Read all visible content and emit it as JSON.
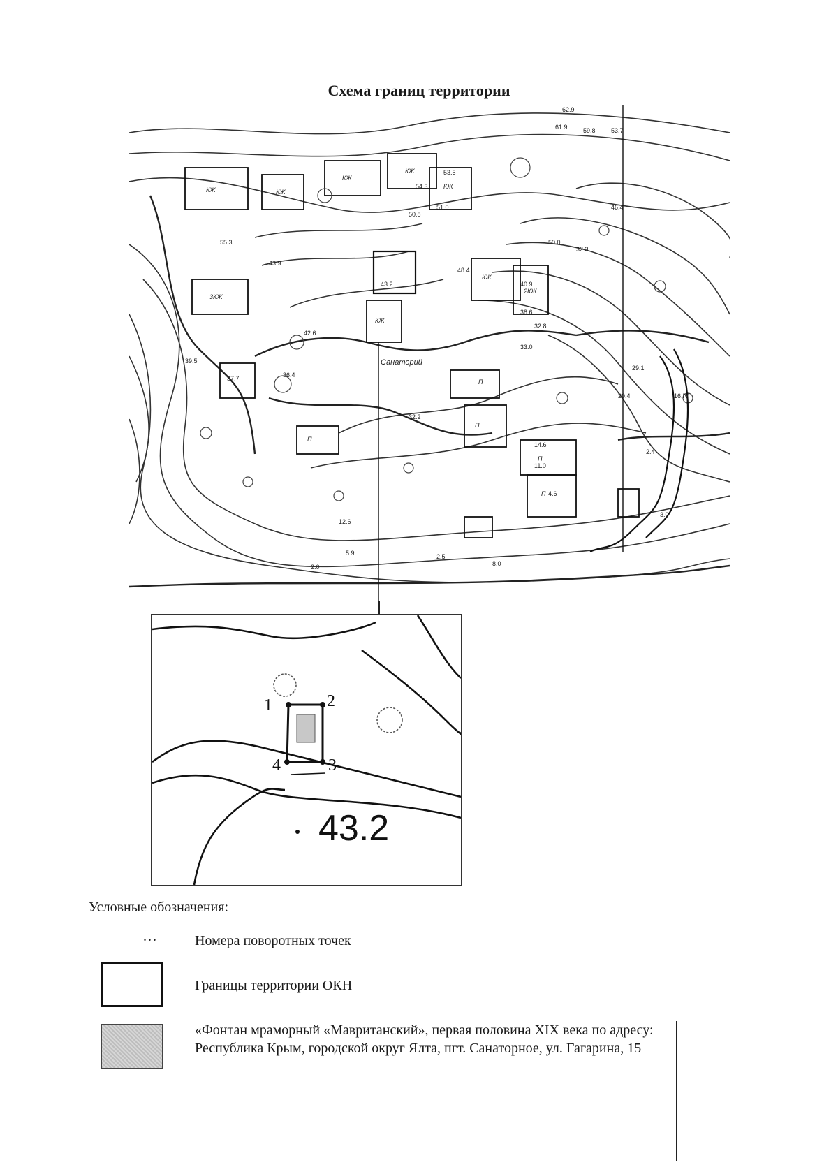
{
  "title": "Схема границ территории",
  "main_map": {
    "elevation_labels": [
      "55.3",
      "43.9",
      "43.2",
      "42.6",
      "39.5",
      "37.7",
      "36.4",
      "32.2",
      "12.6",
      "5.9",
      "2.5",
      "2.0",
      "4.6",
      "11.0",
      "14.6",
      "20.4",
      "33.0",
      "32.8",
      "38.6",
      "40.9",
      "48.4",
      "50.0",
      "51.0",
      "54.3",
      "62.9",
      "61.9",
      "59.8",
      "53.7",
      "53.5",
      "50.8",
      "46.4",
      "32.3",
      "29.1",
      "16.IV",
      "3.0",
      "2.4",
      "8.0"
    ],
    "building_labels": [
      "КЖ",
      "КЖ",
      "КЖ",
      "КЖ",
      "КЖ",
      "КЖ",
      "2КЖ",
      "3КЖ",
      "КЖ",
      "П",
      "П",
      "П",
      "П",
      "П"
    ],
    "place_label": "Санаторий"
  },
  "inset": {
    "points": [
      "1",
      "2",
      "3",
      "4"
    ],
    "elevation": "43.2"
  },
  "legend": {
    "title": "Условные обозначения:",
    "items": [
      {
        "symbol": "...",
        "text": "Номера поворотных точек"
      },
      {
        "symbol": "",
        "text": "Границы территории ОКН"
      },
      {
        "symbol": "",
        "text": "«Фонтан мраморный «Мавританский», первая половина XIX века по адресу: Республика Крым, городской округ Ялта, пгт. Санаторное, ул. Гагарина, 15"
      }
    ]
  },
  "colors": {
    "ink": "#1a1a1a",
    "paper": "#ffffff",
    "fill": "#c8c8c8"
  }
}
